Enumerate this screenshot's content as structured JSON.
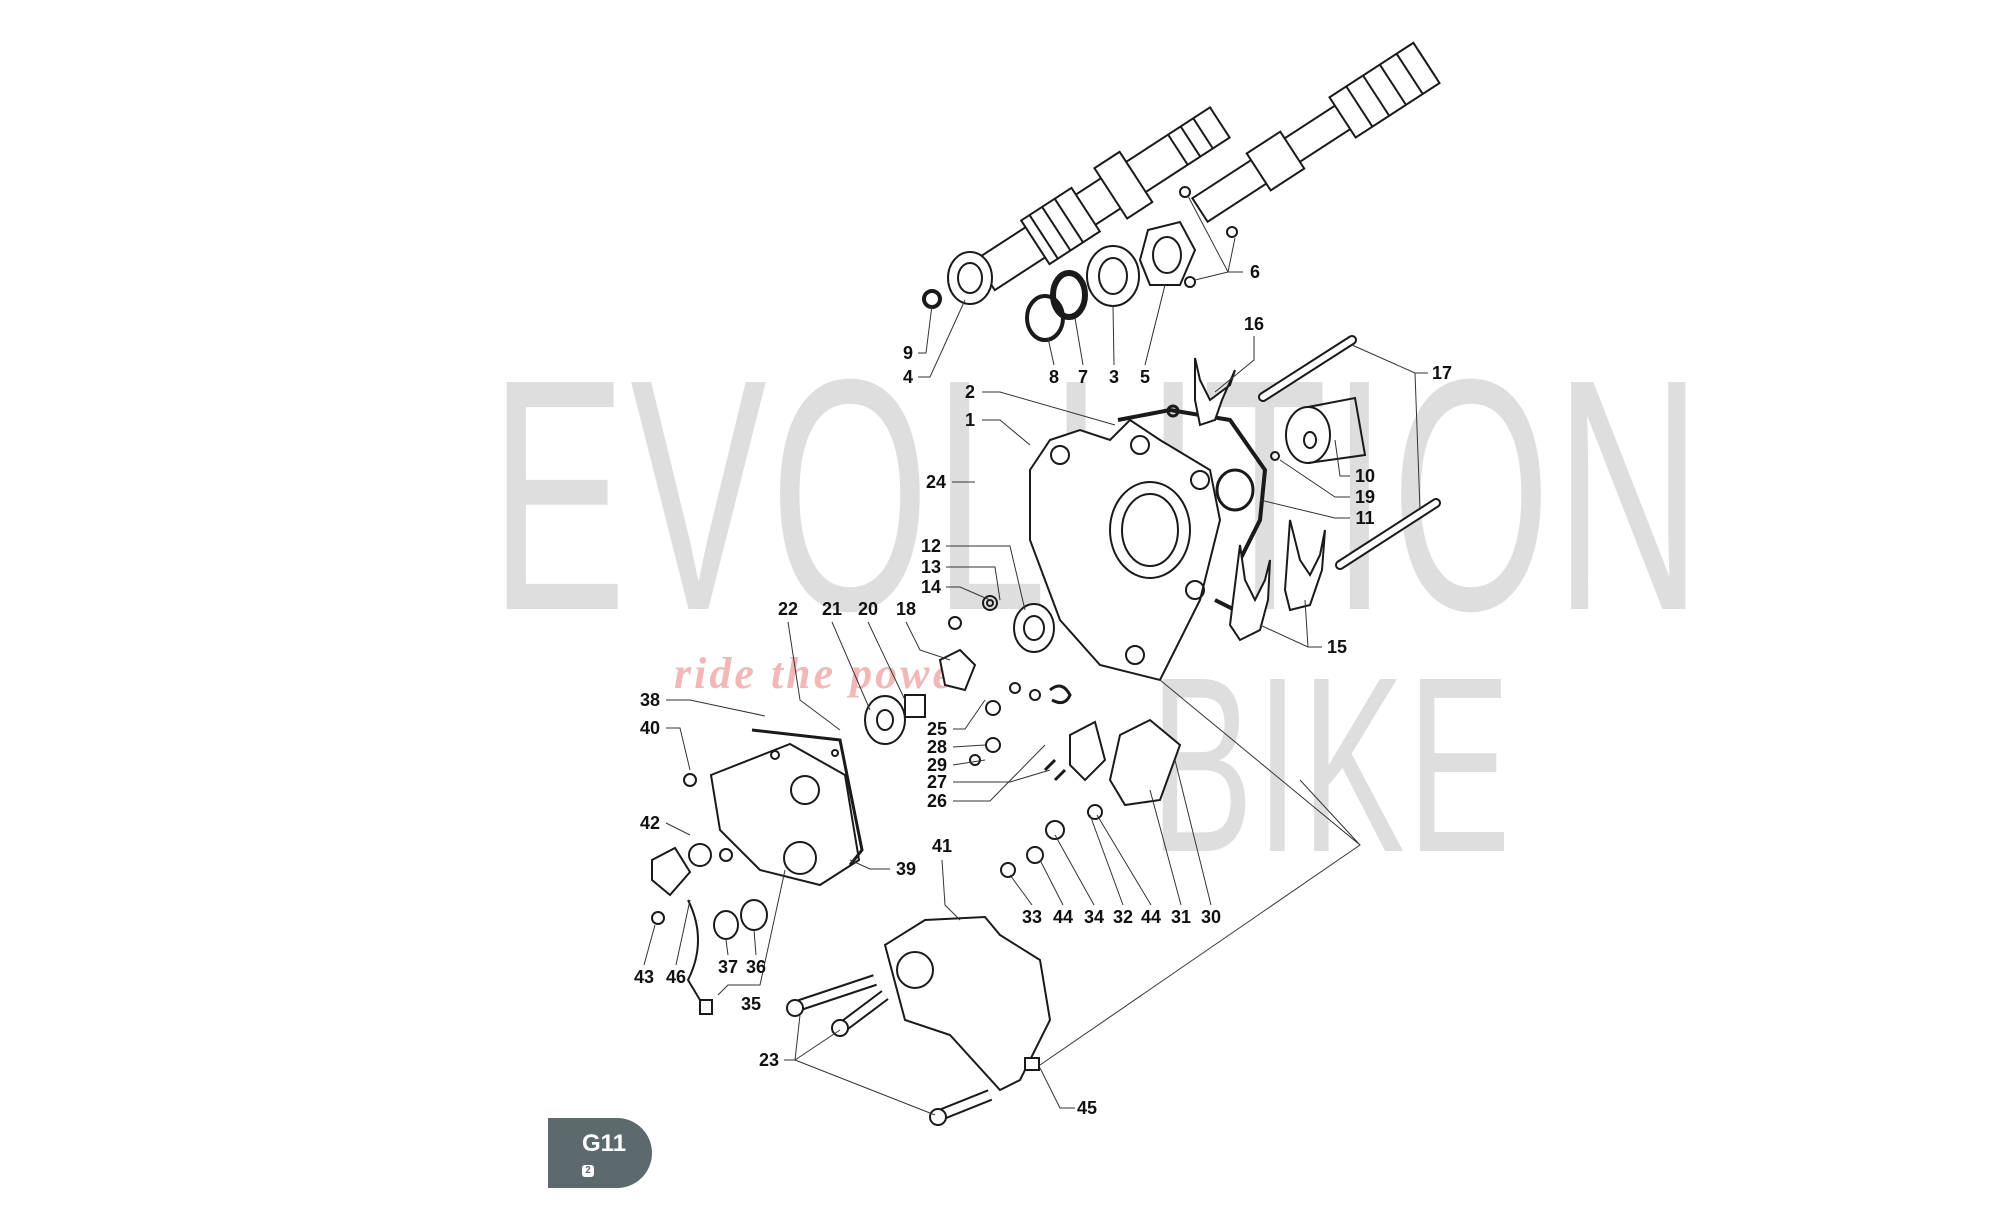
{
  "watermark": {
    "brand_top": "EVOLUTION",
    "brand_bottom": "BIKE",
    "tagline": "ride the power"
  },
  "badge": {
    "code": "G11",
    "sub": "2"
  },
  "callouts": [
    {
      "n": "1"
    },
    {
      "n": "2"
    },
    {
      "n": "3"
    },
    {
      "n": "4"
    },
    {
      "n": "5"
    },
    {
      "n": "6"
    },
    {
      "n": "7"
    },
    {
      "n": "8"
    },
    {
      "n": "9"
    },
    {
      "n": "10"
    },
    {
      "n": "11"
    },
    {
      "n": "12"
    },
    {
      "n": "13"
    },
    {
      "n": "14"
    },
    {
      "n": "15"
    },
    {
      "n": "16"
    },
    {
      "n": "17"
    },
    {
      "n": "18"
    },
    {
      "n": "19"
    },
    {
      "n": "20"
    },
    {
      "n": "21"
    },
    {
      "n": "22"
    },
    {
      "n": "23"
    },
    {
      "n": "24"
    },
    {
      "n": "25"
    },
    {
      "n": "26"
    },
    {
      "n": "27"
    },
    {
      "n": "28"
    },
    {
      "n": "29"
    },
    {
      "n": "30"
    },
    {
      "n": "31"
    },
    {
      "n": "32"
    },
    {
      "n": "33"
    },
    {
      "n": "34"
    },
    {
      "n": "35"
    },
    {
      "n": "36"
    },
    {
      "n": "37"
    },
    {
      "n": "38"
    },
    {
      "n": "39"
    },
    {
      "n": "40"
    },
    {
      "n": "41"
    },
    {
      "n": "42"
    },
    {
      "n": "43"
    },
    {
      "n": "44"
    },
    {
      "n": "44"
    },
    {
      "n": "45"
    },
    {
      "n": "46"
    }
  ]
}
